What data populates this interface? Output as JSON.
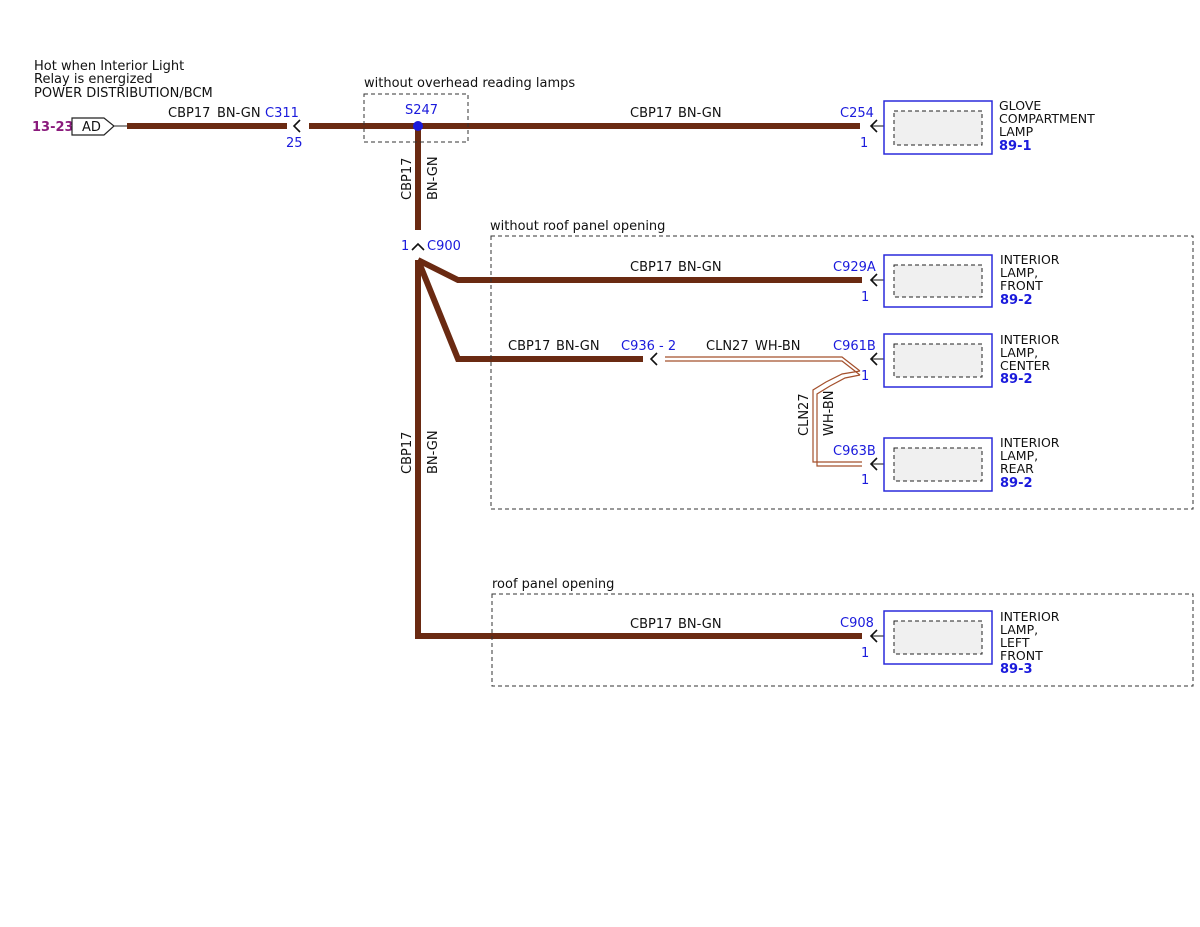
{
  "source": {
    "lines": [
      "Hot when Interior Light",
      "Relay is energized",
      "POWER DISTRIBUTION/BCM"
    ],
    "page_ref": "13-23",
    "pin": "AD"
  },
  "wire": {
    "circuit": "CBP17",
    "color_code": "BN-GN",
    "alt_circuit": "CLN27",
    "alt_color_code": "WH-BN"
  },
  "connectors": {
    "c311": "C311",
    "c311_pin": "25",
    "s247": "S247",
    "c254": "C254",
    "c254_pin": "1",
    "c900": "C900",
    "c900_pin": "1",
    "c929a": "C929A",
    "c929a_pin": "1",
    "c936": "C936 - 2",
    "c961b": "C961B",
    "c961b_pin": "1",
    "c963b": "C963B",
    "c963b_pin": "1",
    "c908": "C908",
    "c908_pin": "1"
  },
  "groups": {
    "overhead": "without overhead reading lamps",
    "no_roof": "without roof panel opening",
    "roof": "roof panel opening"
  },
  "components": {
    "glove": {
      "lines": [
        "GLOVE",
        "COMPARTMENT",
        "LAMP"
      ],
      "ref": "89-1"
    },
    "front": {
      "lines": [
        "INTERIOR",
        "LAMP,",
        "FRONT"
      ],
      "ref": "89-2"
    },
    "center": {
      "lines": [
        "INTERIOR",
        "LAMP,",
        "CENTER"
      ],
      "ref": "89-2"
    },
    "rear": {
      "lines": [
        "INTERIOR",
        "LAMP,",
        "REAR"
      ],
      "ref": "89-2"
    },
    "left_front": {
      "lines": [
        "INTERIOR",
        "LAMP,",
        "LEFT",
        "FRONT"
      ],
      "ref": "89-3"
    }
  },
  "colors": {
    "wire": "#6a2a12",
    "connector_text": "#1a1adc",
    "page_ref": "#8a1a7c"
  }
}
